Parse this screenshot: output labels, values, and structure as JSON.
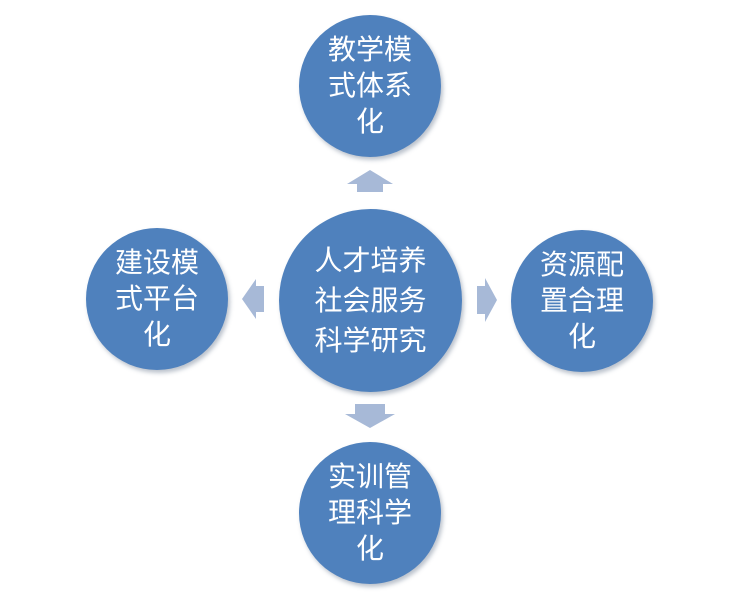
{
  "center": {
    "lines": [
      "人才培养",
      "社会服务",
      "科学研究"
    ]
  },
  "nodes": {
    "top": "教学模式体系化",
    "left": "建设模式平台化",
    "right": "资源配置合理化",
    "bottom": "实训管理科学化"
  },
  "colors": {
    "node_fill": "#4f81bd",
    "arrow_fill": "#a7b9d7",
    "text": "#ffffff",
    "background": "#ffffff"
  }
}
